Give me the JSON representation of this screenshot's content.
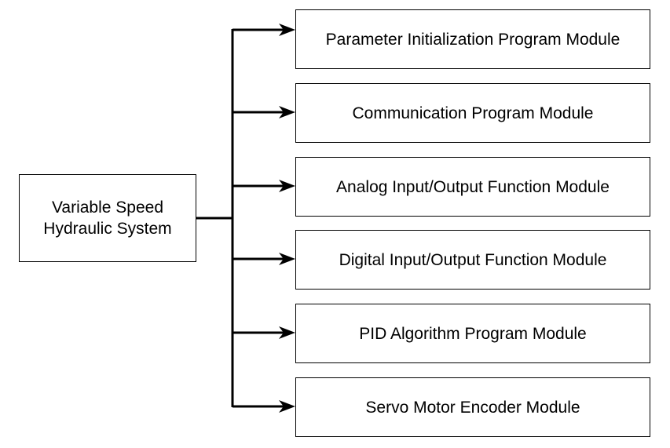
{
  "root": {
    "label": "Variable Speed Hydraulic System"
  },
  "modules": [
    {
      "label": "Parameter Initialization Program Module"
    },
    {
      "label": "Communication Program Module"
    },
    {
      "label": "Analog Input/Output Function Module"
    },
    {
      "label": "Digital Input/Output Function Module"
    },
    {
      "label": "PID Algorithm Program Module"
    },
    {
      "label": "Servo Motor Encoder Module"
    }
  ],
  "colors": {
    "stroke": "#000000",
    "fill": "#ffffff"
  }
}
